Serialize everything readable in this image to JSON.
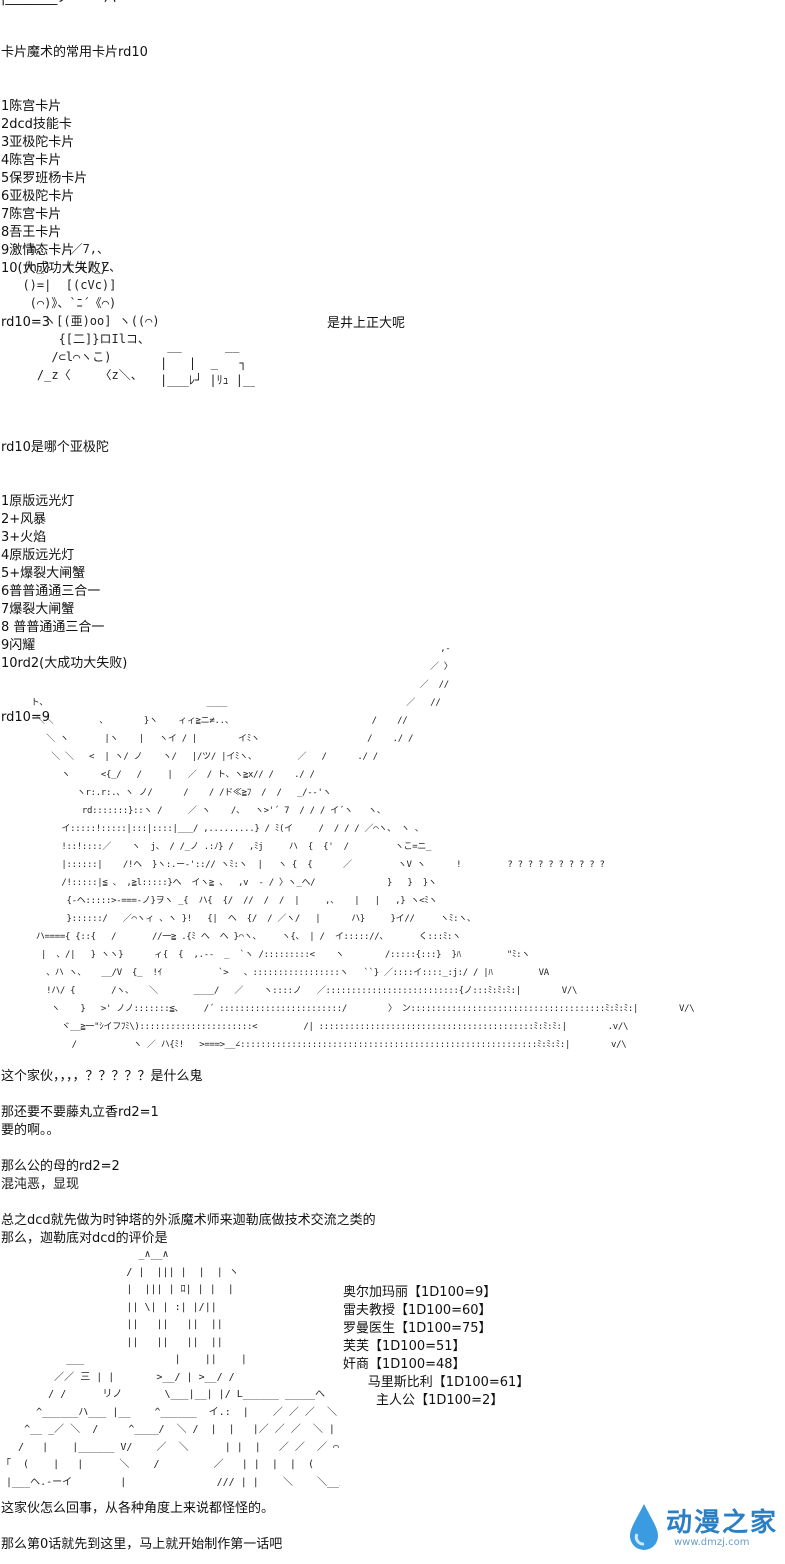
{
  "top_fragment": "|________ノ  ̄ ̄ ̄ ̄ ̄ ̄ ̄ハ",
  "list1": {
    "title": "卡片魔术的常用卡片rd10",
    "items": [
      "1陈宫卡片",
      "2dcd技能卡",
      "3亚极陀卡片",
      "4陈宫卡片",
      "5保罗班杨卡片",
      "6亚极陀卡片",
      "7陈宫卡片",
      "8吾王卡片",
      "9激情态卡片",
      "10(大成功大失败)"
    ],
    "result": "rd10=3"
  },
  "art1": {
    "lines": [
      "   n、   ／7,、",
      "  (h_}  ( (/_Z、",
      "  ()=|  [(cVc)]",
      "   (⌒)》、`ﾆ´《⌒)",
      "     ヽ[(亜)oo] ヽ((⌒)",
      "       {[二]}ロIlコ、",
      "      /⊂l⌒ヽこ)",
      "    /_z〈    〈z＼、"
    ],
    "sign_lines": [
      " __      __",
      "|   |  _   ┐ |",
      "|___ﾚ┘ |ﾘｭ |__|"
    ],
    "caption": "是井上正大呢"
  },
  "list2": {
    "title": "rd10是哪个亚极陀",
    "items": [
      "1原版远光灯",
      "2+风暴",
      "3+火焰",
      "4原版远光灯",
      "5+爆裂大闸蟹",
      "6普普通通三合一",
      "7爆裂大闸蟹",
      "8 普普通通三合一",
      "9闪耀",
      "10rd2(大成功大失败)"
    ],
    "result": "rd10=9"
  },
  "art2": {
    "lines": [
      "                                                                                      ,-",
      "                                                                                    ／ 〉",
      "                                                                                  ／  //",
      "      ト、                               ____                                   ／   //",
      "       ＼＼         、       }ヽ    ィィ≧ニ≠..、                           /    //",
      "         ＼ ヽ       |ヽ    |   ヽイ / |        イﾐヽ                     /    ./ /",
      "          ＼ ＼   <  | ヽ/ ノ    ヽ/   |/ツ/ |イﾐヽ、        ／   /      ./ /",
      "            ヽ      <{_/   /     |   ／  / ト、ヽ≧x// /    ./ /",
      "               ヽr:.r:.、ヽ ノ/      /    / /ド≪≧ﾌ  /  /   _/-‐'ヽ",
      "                rd:::::::}::ヽ /     ／ ヽ    /、  ヽ>'´ 7  / / / イ´ヽ   ヽ、",
      "            イ:::::!:::::|:::|::::|___/ ,.........} / ﾐ(イ     /  / / / ／⌒ヽ、 ヽ 、",
      "            !::!::::／    ヽ  j、 / /_ノ .:ﾉ} /   ,ﾐj     ハ  {  {'  /         ヽこ=ニ_",
      "            |::::::|    /!ヘ  }ヽ:.ー‐'::// ヽﾐ:ヽ  |   ヽ {  {      ／         ヽV ヽ      !         ? ? ? ? ? ? ? ? ? ?",
      "            /!:::::|≦ 、 ,≧l:::::}ヘ  イヽ≧ 、  ,v  - / 〉ヽ_ヘ/              }   }  }ヽ",
      "             {-ヘ:::::>-===‐ノ}ヲヽ _{  ハ{  {/  //  /  /  |     ,、   |   |   ,} ヽ<ﾐヽ",
      "             }::::::/   ／⌒ヽィ 、ヽ }!   {|  ヘ  {/  / ／ヽ/   |      ハ}     }イ//     ヽﾐ:ヽ、",
      "       ハ===={ {::{   /       //一≧ .{ﾐ ヘ  ヘ }⌒ヽ、    ヽ{、 | /  イ::::://、      く:::ﾐ:ヽ",
      "        |  、/|   } ヽヽ}      ィ{  {  ,.-‐  _  `ヽ /:::::::::<    ヽ        /:::::{:::}  }ﾊ         \"ﾐ:ヽ",
      "         、ハ ヽ、   __/V  {_  !ｲ           `>   、:::::::::::::::::ヽ   ``} ／::::イ::::_:j:/ / |ﾊ         VA",
      "         !ハ/ {       /ヽ、   ＼       ____/   ／    ヽ::::ノ   ／::::::::::::::::::::::::::{ノ:::ﾐ:ﾐ:ﾐ:|        V/\\",
      "          ヽ    }   >' ノノ:::::::≦、    /´ ::::::::::::::::::::::::/        〉 ン::::::::::::::::::::::::::::::::::::::ﾐ:ﾐ:ﾐ:|        V/\\",
      "            ヾ__≧一\"ｼイフﾌﾐ\\)::::::::::::::::::::::<         /| ::::::::::::::::::::::::::::::::::::::::::ﾐ:ﾐ:ﾐ:|        .v/\\",
      "              /           ヽ ／ ハ{ﾐ!   >===>__∠::::::::::::::::::::::::::::::::::::::::::::::::::::::::::ﾐ:ﾐ:ﾐ:|        v/\\"
    ]
  },
  "section3": {
    "lines": [
      "这个家伙，，，，？？？？？是什么鬼",
      "",
      "那还要不要藤丸立香rd2=1",
      "要的啊。。",
      "",
      "那么公的母的rd2=2",
      "混沌恶，显现",
      "",
      "总之dcd就先做为时钟塔的外派魔术师来迦勒底做技术交流之类的",
      "那么，迦勒底对dcd的评价是"
    ]
  },
  "art3": {
    "lines": [
      "                       _∧__∧",
      "                     / |  ||| |  |  | ヽ",
      "                     |  ||| | ﾛ| | |  |",
      "                     || \\| | :| |/||",
      "                     ||   ||   ||  ||",
      "                     ||   ||   ||  ||",
      "           ___               |    ||    |",
      "         ／／ 三 | |       >__/ | >__/ /",
      "        / /      リノ       \\___|__| |/ L______ _____へ",
      "      ^______ハ___ |__    ^______  イ.:  |    ／ ／ ／  ＼",
      "    ^__ _／ ＼  /     ^____/  ＼ /  |  |   |／ ／ ／  ＼ |",
      "   /   |    |______ V/    ／  ＼      | |  |   ／ ／  ／ ⌒ ＼ |",
      " ｢  (    |   |      ＼    /         ／   | |  |  |  (      |",
      " |___ヘ.-ーイ        |               /// | |    ＼    ＼__/"
    ]
  },
  "stats": [
    {
      "name": "奥尔加玛丽",
      "roll": "【1D100=9】"
    },
    {
      "name": "雷夫教授",
      "roll": "【1D100=60】"
    },
    {
      "name": "罗曼医生",
      "roll": "【1D100=75】"
    },
    {
      "name": "芙芙",
      "roll": "【1D100=51】"
    },
    {
      "name": "奸商",
      "roll": "【1D100=48】"
    },
    {
      "name": "      马里斯比利",
      "roll": "【1D100=61】"
    },
    {
      "name": "        主人公",
      "roll": "【1D100=2】"
    }
  ],
  "ending": {
    "lines": [
      "这家伙怎么回事，从各种角度上来说都怪怪的。",
      "",
      "那么第0话就先到这里，马上就开始制作第一话吧"
    ]
  },
  "watermark": {
    "title": "动漫之家",
    "url": "www.dmzj.com"
  }
}
